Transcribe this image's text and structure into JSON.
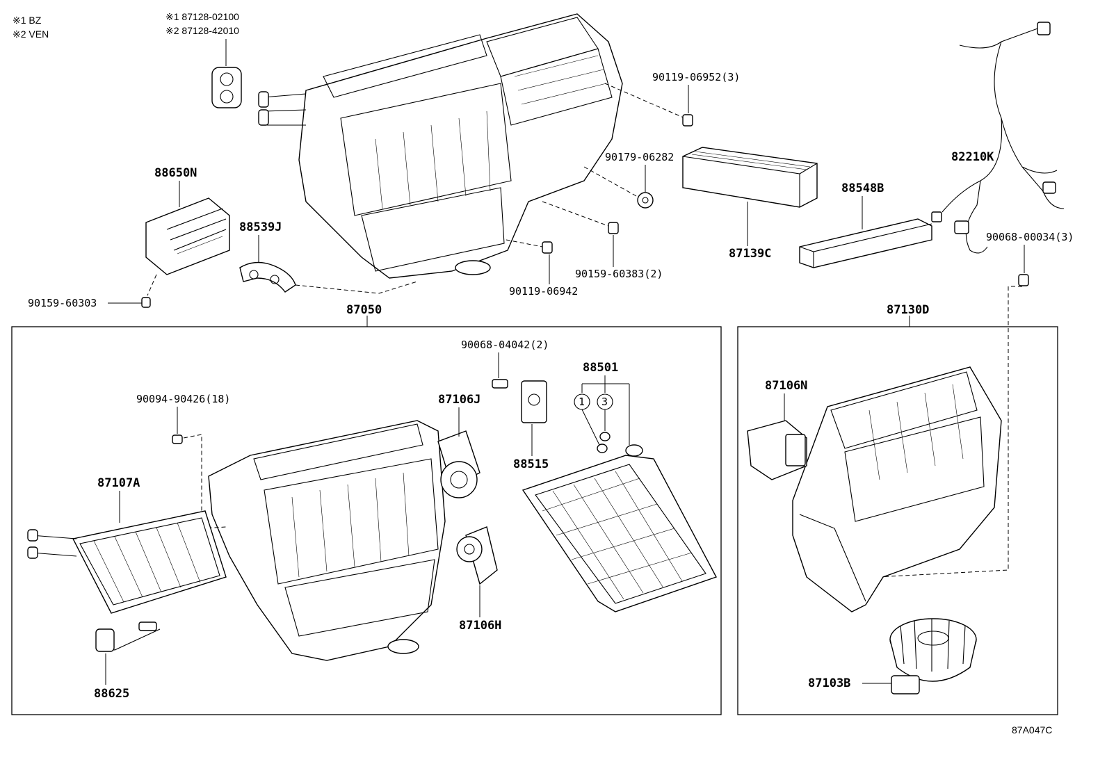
{
  "notes": {
    "note1": "※1 BZ",
    "note2": "※2 VEN",
    "ref1": "※1 87128-02100",
    "ref2": "※2 87128-42010"
  },
  "labels": {
    "p88650N": "88650N",
    "p88539J": "88539J",
    "p90159_60303": "90159-60303",
    "p87050": "87050",
    "p90119_06952": "90119-06952(3)",
    "p90179_06282": "90179-06282",
    "p90159_60383": "90159-60383(2)",
    "p90119_06942": "90119-06942",
    "p87139C": "87139C",
    "p88548B": "88548B",
    "p82210K": "82210K",
    "p90068_00034": "90068-00034(3)",
    "p87130D": "87130D",
    "p90068_04042": "90068-04042(2)",
    "p88501": "88501",
    "p87106J": "87106J",
    "p90094_90426": "90094-90426(18)",
    "p88515": "88515",
    "p87107A": "87107A",
    "p87106H": "87106H",
    "p88625": "88625",
    "p87106N": "87106N",
    "p87103B": "87103B",
    "circle1": "1",
    "circle3": "3"
  },
  "diagram_code": "87A047C"
}
